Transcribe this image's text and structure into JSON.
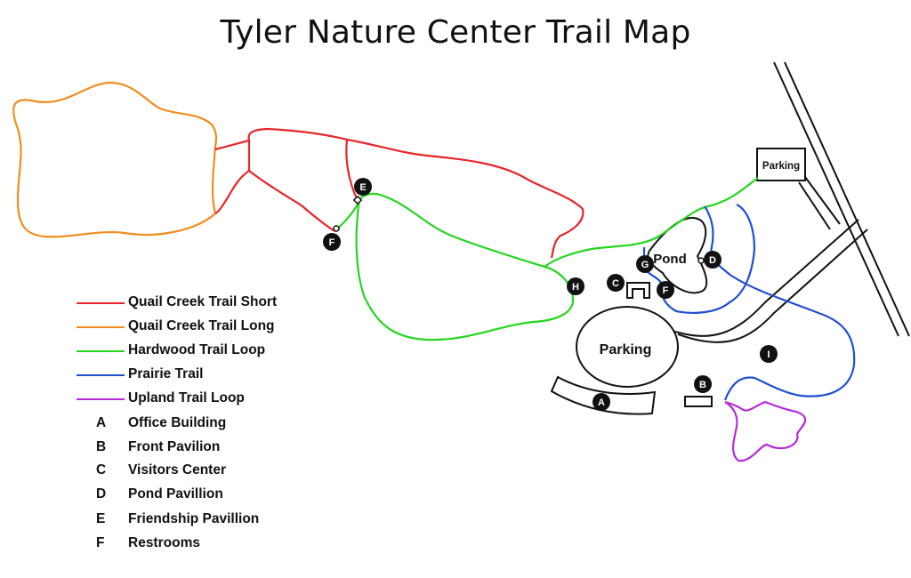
{
  "title": "Tyler Nature Center Trail Map",
  "colors": {
    "quail_short": "#e8262b",
    "quail_long": "#f28c1e",
    "hardwood": "#24d61f",
    "prairie": "#1f4fd1",
    "upland": "#b62bd9",
    "road": "#111111"
  },
  "map_labels": {
    "parking_top": "Parking",
    "parking_main": "Parking",
    "pond": "Pond"
  },
  "markers": {
    "A": "A",
    "B": "B",
    "C": "C",
    "D": "D",
    "E": "E",
    "F_west": "F",
    "F_east": "F",
    "G": "G",
    "H": "H",
    "I": "I"
  },
  "legend": {
    "trails": [
      {
        "label": "Quail Creek Trail Short",
        "color": "#e8262b"
      },
      {
        "label": "Quail Creek Trail Long",
        "color": "#f28c1e"
      },
      {
        "label": "Hardwood Trail Loop",
        "color": "#24d61f"
      },
      {
        "label": "Prairie Trail",
        "color": "#1f4fd1"
      },
      {
        "label": "Upland Trail Loop",
        "color": "#b62bd9"
      }
    ],
    "places": [
      {
        "letter": "A",
        "label": "Office Building"
      },
      {
        "letter": "B",
        "label": "Front Pavilion"
      },
      {
        "letter": "C",
        "label": "Visitors Center"
      },
      {
        "letter": "D",
        "label": "Pond Pavillion"
      },
      {
        "letter": "E",
        "label": "Friendship Pavillion"
      },
      {
        "letter": "F",
        "label": "Restrooms"
      }
    ]
  }
}
